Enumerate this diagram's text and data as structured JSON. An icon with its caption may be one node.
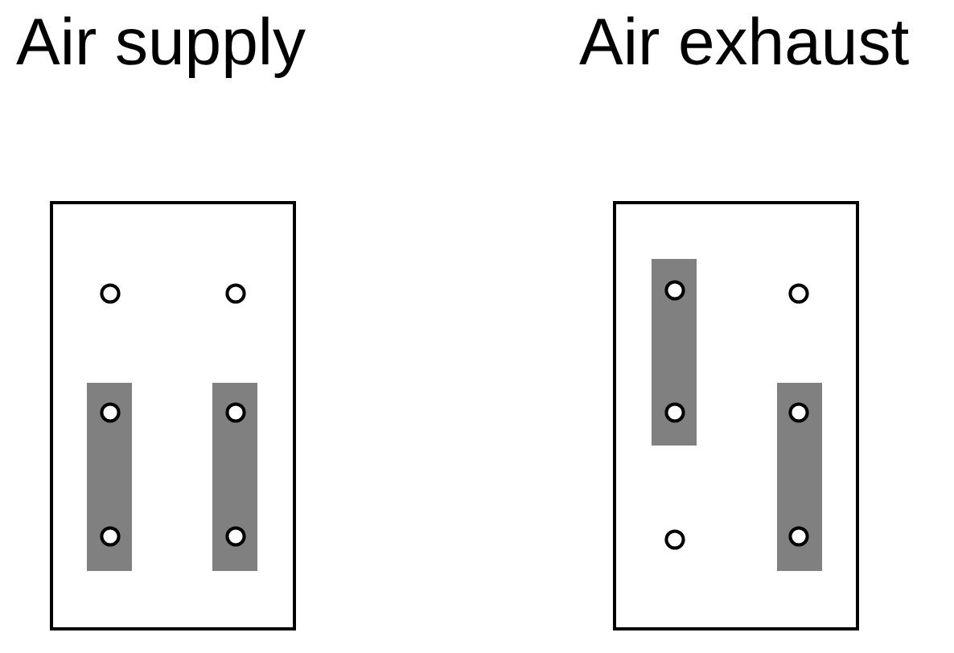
{
  "diagram": {
    "nodes": [
      {
        "text": [
          "Air supply"
        ]
      },
      {
        "text": [],
        "shape": "circle",
        "in": 0
      },
      {
        "text": [],
        "shape": "circle",
        "in": 0
      },
      {
        "text": [],
        "shape": "bar",
        "in": 0
      },
      {
        "text": [],
        "shape": "circle",
        "in": 3
      },
      {
        "text": [],
        "shape": "circle",
        "in": 3
      },
      {
        "text": [],
        "shape": "bar",
        "in": 0
      },
      {
        "text": [],
        "shape": "circle",
        "in": 6
      },
      {
        "text": [],
        "shape": "circle",
        "in": 6
      },
      {
        "text": [
          "Air exhaust"
        ]
      },
      {
        "text": [],
        "shape": "bar",
        "in": 9
      },
      {
        "text": [],
        "shape": "circle",
        "in": 10
      },
      {
        "text": [],
        "shape": "circle",
        "in": 10
      },
      {
        "text": [],
        "shape": "circle",
        "in": 9
      },
      {
        "text": [],
        "shape": "bar",
        "in": 9
      },
      {
        "text": [],
        "shape": "circle",
        "in": 14
      },
      {
        "text": [],
        "shape": "circle",
        "in": 14
      },
      {
        "text": [],
        "shape": "circle",
        "in": 9
      }
    ]
  }
}
